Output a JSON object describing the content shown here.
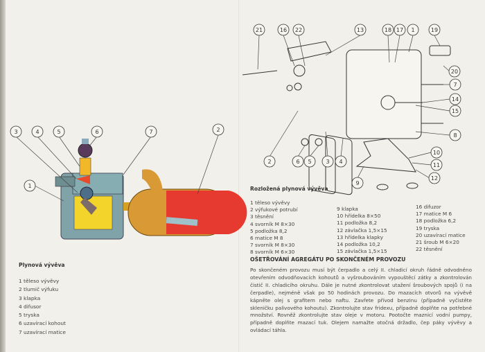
{
  "left_figure": {
    "title": "Plynová vývěva",
    "callouts": [
      "3",
      "4",
      "5",
      "6",
      "7",
      "2",
      "1"
    ],
    "legend": [
      "1 těleso vývěvy",
      "2 tlumič výfuku",
      "3 klapka",
      "4 difusor",
      "5 tryska",
      "6 uzavírací kohout",
      "7 uzavírací matice"
    ]
  },
  "right_figure": {
    "title": "Rozložená plynová vývěva",
    "callouts": [
      "21",
      "16",
      "22",
      "13",
      "18",
      "17",
      "1",
      "19",
      "20",
      "7",
      "14",
      "15",
      "8",
      "10",
      "11",
      "12",
      "2",
      "6",
      "5",
      "3",
      "4",
      "9"
    ],
    "legend_col1": [
      "1 těleso vývěvy",
      "2 výfukové potrubí",
      "3 těsnění",
      "4 svorník M 8×30",
      "5 podložka 8,2",
      "6 matice M 8",
      "7 svorník M 8×30",
      "8 svorník M 6×30"
    ],
    "legend_col2": [
      "9 klapka",
      "10 hřídelka 8×50",
      "11 podložka 8,2",
      "12 závlačka 1,5×15",
      "13 hřídelka klapky",
      "14 podložka 10,2",
      "15 závlačka 1,5×15"
    ],
    "legend_col3": [
      "16 difuzor",
      "17 matice M 6",
      "18 podložka 6,2",
      "19 tryska",
      "20 uzavírací matice",
      "21 šroub M 6×20",
      "22 těsnění"
    ]
  },
  "section": {
    "heading": "OŠETŘOVÁNÍ AGREGÁTU PO SKONČENÉM PROVOZU",
    "body": "Po skončeném provozu musí být čerpadlo a celý II. chladicí okruh řádně odvodněno otevřením odvodňovacích kohoutů a vyšroubováním vypouštěcí zátky a zkontrolován čistič II. chladicího okruhu. Dále je nutné zkontrolovat utažení šroubových spojů (i na čerpadle), nejméně však po 50 hodinách provozu. Do mazacích otvorů na vývěvě kápněte olej s grafitem nebo naftu. Zavřete přívod benzinu (případně vyčistěte skleničku palivového kohoutu). Zkontrolujte stav fridexu, případně doplňte na potřebné množství. Rovněž zkontrolujte stav oleje v motoru. Pootočte maznicí vodní pumpy, případně doplňte mazací tuk. Olejem namažte otočná držadlo, čep páky vývěvy a ovládací táhla."
  }
}
